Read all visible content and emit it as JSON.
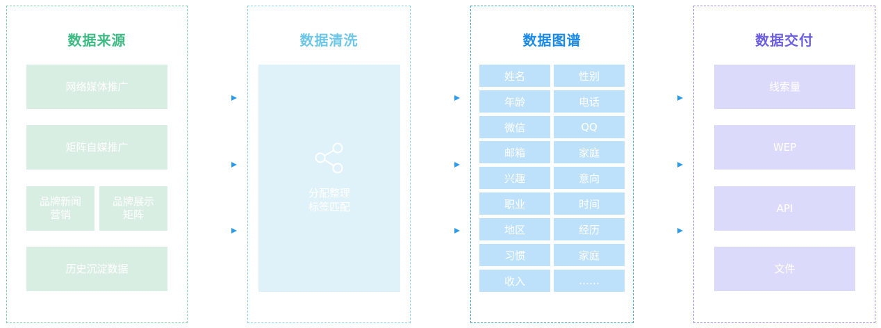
{
  "colors": {
    "source_title": "#3dba84",
    "clean_title": "#6ec6e6",
    "graph_title": "#1a8ae6",
    "delivery_title": "#6b5ee0",
    "arrow": "#2b9ae8"
  },
  "source": {
    "title": "数据来源",
    "items": [
      "网络媒体推广",
      "矩阵自媒推广",
      "品牌新闻\n营销",
      "品牌展示\n矩阵",
      "历史沉淀数据"
    ]
  },
  "clean": {
    "title": "数据清洗",
    "icon": "share-icon",
    "line1": "分配整理",
    "line2": "标签匹配"
  },
  "graph": {
    "title": "数据图谱",
    "cells": [
      [
        "姓名",
        "性别"
      ],
      [
        "年龄",
        "电话"
      ],
      [
        "微信",
        "QQ"
      ],
      [
        "邮箱",
        "家庭"
      ],
      [
        "兴趣",
        "意向"
      ],
      [
        "职业",
        "时间"
      ],
      [
        "地区",
        "经历"
      ],
      [
        "习惯",
        "家庭"
      ],
      [
        "收入",
        "……"
      ]
    ]
  },
  "delivery": {
    "title": "数据交付",
    "items": [
      "线索量",
      "WEP",
      "API",
      "文件"
    ]
  }
}
